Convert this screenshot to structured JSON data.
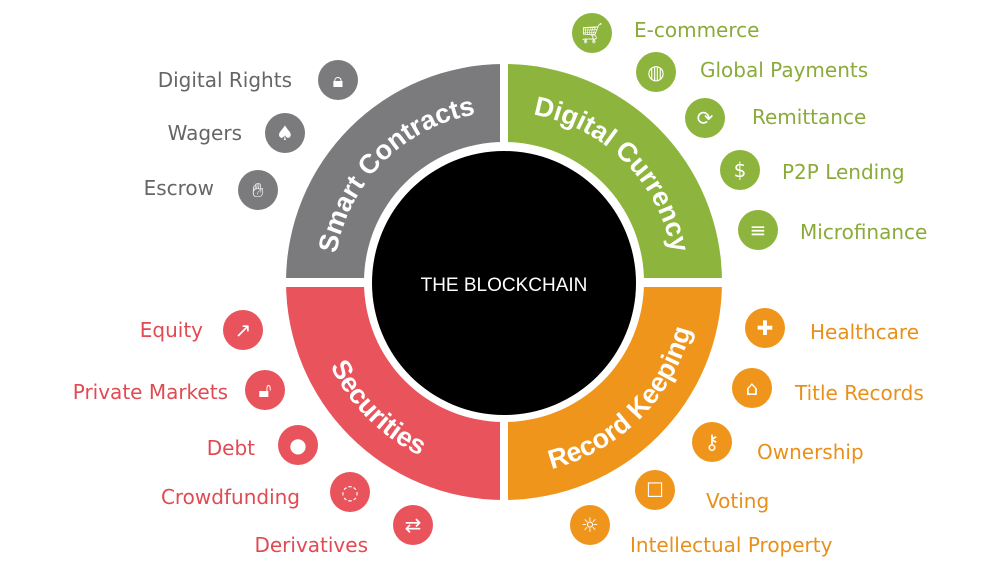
{
  "center": {
    "label": "THE BLOCKCHAIN"
  },
  "colors": {
    "smart_contracts": "#7b7b7e",
    "digital_currency": "#8db43c",
    "securities": "#e8535c",
    "record_keeping": "#f0951b",
    "core": "#000000"
  },
  "quadrants": {
    "smart_contracts": {
      "title": "Smart Contracts",
      "items": [
        {
          "label": "Digital Rights",
          "icon": "lock-icon"
        },
        {
          "label": "Wagers",
          "icon": "card-suits-icon"
        },
        {
          "label": "Escrow",
          "icon": "handshake-icon"
        }
      ]
    },
    "digital_currency": {
      "title": "Digital Currency",
      "items": [
        {
          "label": "E-commerce",
          "icon": "cart-icon"
        },
        {
          "label": "Global Payments",
          "icon": "globe-icon"
        },
        {
          "label": "Remittance",
          "icon": "globe-transfer-icon"
        },
        {
          "label": "P2P Lending",
          "icon": "hand-money-icon"
        },
        {
          "label": "Microfinance",
          "icon": "coins-icon"
        }
      ]
    },
    "record_keeping": {
      "title": "Record Keeping",
      "items": [
        {
          "label": "Healthcare",
          "icon": "medical-folder-icon"
        },
        {
          "label": "Title Records",
          "icon": "house-car-icon"
        },
        {
          "label": "Ownership",
          "icon": "key-icon"
        },
        {
          "label": "Voting",
          "icon": "ballot-box-icon"
        },
        {
          "label": "Intellectual Property",
          "icon": "lightbulb-icon"
        }
      ]
    },
    "securities": {
      "title": "Securities",
      "items": [
        {
          "label": "Equity",
          "icon": "chart-up-icon"
        },
        {
          "label": "Private Markets",
          "icon": "padlock-icon"
        },
        {
          "label": "Debt",
          "icon": "hand-coin-icon"
        },
        {
          "label": "Crowdfunding",
          "icon": "people-circle-icon"
        },
        {
          "label": "Derivatives",
          "icon": "exchange-arrows-icon"
        }
      ]
    }
  }
}
